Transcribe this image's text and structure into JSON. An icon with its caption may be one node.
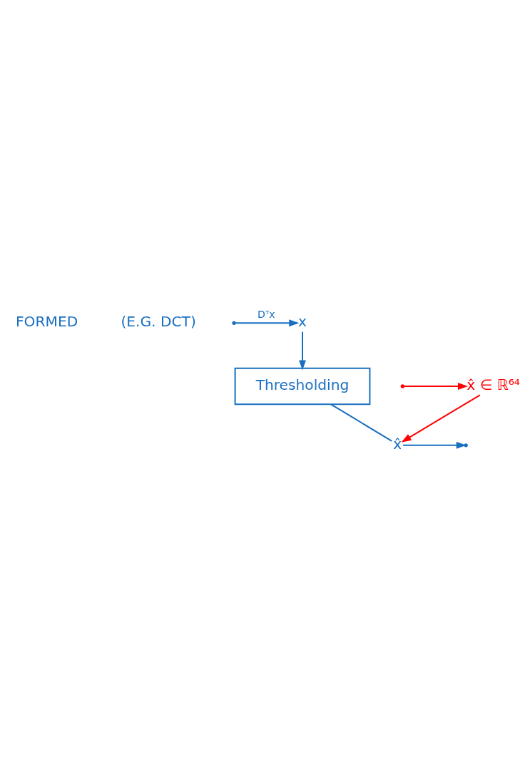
{
  "diagram": {
    "nodes": [
      {
        "text": [
          "x"
        ]
      },
      {
        "text": [
          "Thresholding"
        ]
      },
      {
        "text": [
          "x̂"
        ]
      },
      {
        "text": [
          "x̂ ∈ ℝ⁶⁴"
        ]
      }
    ],
    "edges": [
      {
        "from": null,
        "to": 0,
        "arrow": "to",
        "label": "Dᵀx"
      },
      {
        "from": 0,
        "to": 1,
        "arrow": "to"
      },
      {
        "from": 1,
        "to": 2,
        "arrow": "none"
      },
      {
        "from": 2,
        "to": null,
        "arrow": "to"
      },
      {
        "from": 3,
        "to": 2,
        "arrow": "to",
        "color": "#ff0000"
      },
      {
        "from": null,
        "to": 3,
        "arrow": "to",
        "color": "#ff0000"
      }
    ],
    "labels": [
      "FORMED",
      "(E.G. DCT)"
    ]
  }
}
